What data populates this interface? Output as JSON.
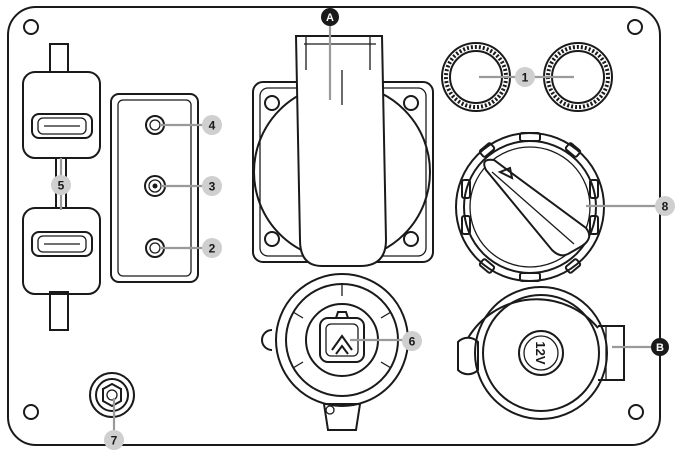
{
  "callouts": {
    "c1": "1",
    "c2": "2",
    "c3": "3",
    "c4": "4",
    "c5": "5",
    "c6": "6",
    "c7": "7",
    "c8": "8",
    "cA": "A",
    "cB": "B"
  },
  "socket_12v": {
    "label": "12V"
  },
  "colors": {
    "line": "#1a1a1a",
    "leader": "#9a9a9a",
    "badge": "#cfcfcf",
    "panel": "#ffffff"
  }
}
